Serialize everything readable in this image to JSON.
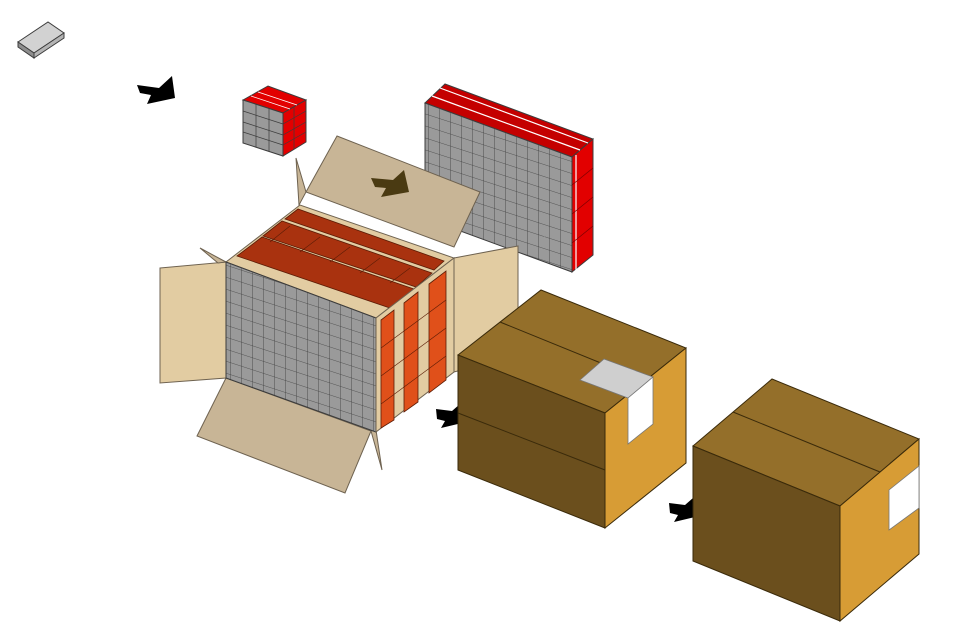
{
  "diagram": {
    "kind": "packaging-process-illustration",
    "steps": [
      {
        "id": "single-item",
        "icon": "single-carton-icon"
      },
      {
        "id": "item-bundle",
        "icon": "bundle-icon"
      },
      {
        "id": "layer-block",
        "icon": "layer-block-icon"
      },
      {
        "id": "open-case",
        "icon": "open-case-icon"
      },
      {
        "id": "taped-case",
        "icon": "taped-case-icon"
      },
      {
        "id": "labeled-case",
        "icon": "labeled-case-icon"
      }
    ],
    "arrows": [
      "arrow-icon",
      "arrow-icon",
      "arrow-icon",
      "arrow-icon"
    ]
  },
  "colors": {
    "arrow": "#000000",
    "arrow_into_case": "#4a3a12",
    "grey_top": "#d2d2d2",
    "grey_face": "#9a9a9a",
    "grey_line": "#3c3c3c",
    "red": "#e20000",
    "red_dark": "#b40000",
    "case_stripe": "#a9320f",
    "case_stripe_side": "#e0501a",
    "flap_light": "#e2cca2",
    "flap_shade": "#c8b596",
    "box_top": "#946f2a",
    "box_front": "#6b4f1d",
    "box_side": "#d79c35",
    "label": "#ffffff",
    "label_shadow": "#cfcfcf"
  }
}
